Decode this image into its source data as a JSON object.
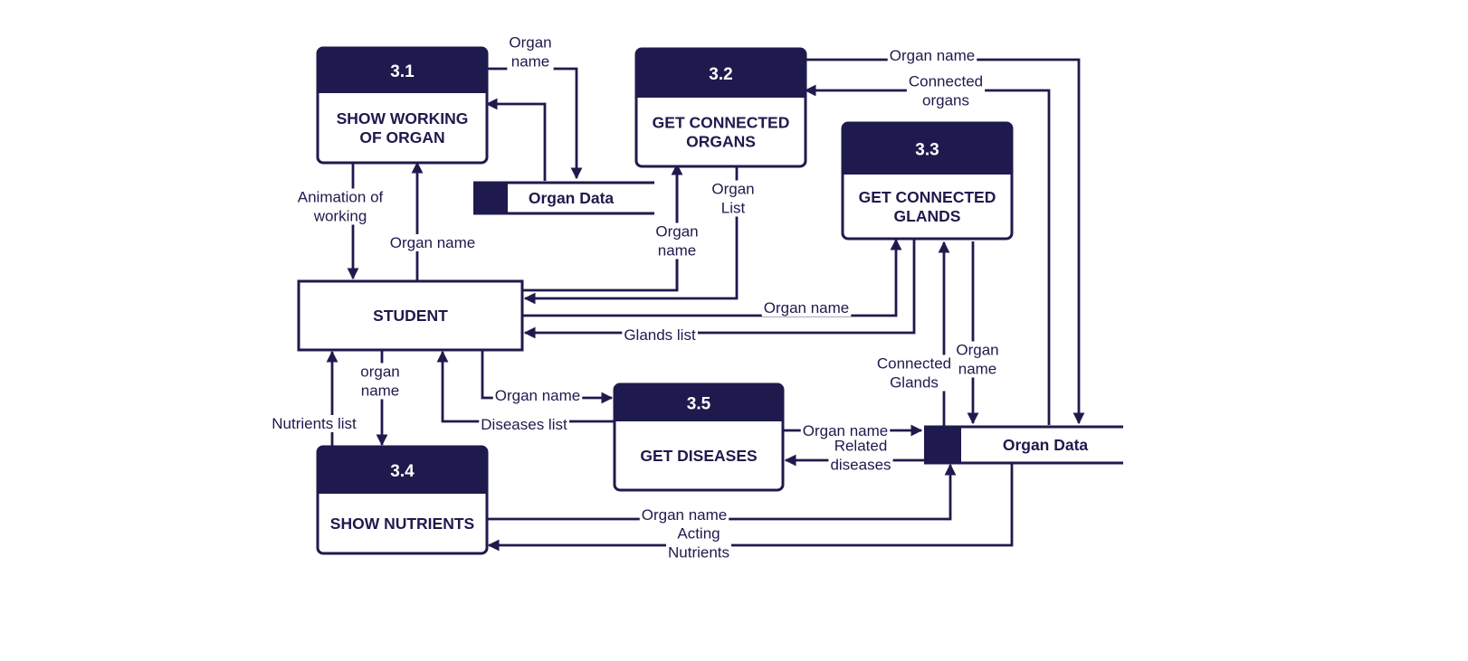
{
  "colors": {
    "primary": "#1f1a4d",
    "background": "#ffffff",
    "header_text": "#ffffff"
  },
  "processes": [
    {
      "key": "p31",
      "id": "3.1",
      "title": [
        "SHOW WORKING",
        "OF ORGAN"
      ]
    },
    {
      "key": "p32",
      "id": "3.2",
      "title": [
        "GET CONNECTED",
        "ORGANS"
      ]
    },
    {
      "key": "p33",
      "id": "3.3",
      "title": [
        "GET CONNECTED",
        "GLANDS"
      ]
    },
    {
      "key": "p34",
      "id": "3.4",
      "title": [
        "SHOW NUTRIENTS"
      ]
    },
    {
      "key": "p35",
      "id": "3.5",
      "title": [
        "GET DISEASES"
      ]
    }
  ],
  "entity": {
    "label": "STUDENT"
  },
  "stores": [
    {
      "key": "store-small",
      "label": "Organ Data"
    },
    {
      "key": "store-large",
      "label": "Organ Data"
    }
  ],
  "flows": [
    {
      "key": "f1",
      "label": [
        "Organ",
        "name"
      ]
    },
    {
      "key": "f2",
      "label": []
    },
    {
      "key": "f3",
      "label": [
        "Organ name"
      ]
    },
    {
      "key": "f4",
      "label": [
        "Connected",
        "organs"
      ]
    },
    {
      "key": "f5",
      "label": [
        "Animation of",
        "working"
      ]
    },
    {
      "key": "f6",
      "label": [
        "Organ name"
      ]
    },
    {
      "key": "f7",
      "label": [
        "Organ",
        "name"
      ]
    },
    {
      "key": "f8",
      "label": [
        "Organ",
        "List"
      ]
    },
    {
      "key": "f9",
      "label": [
        "Organ name"
      ]
    },
    {
      "key": "f10",
      "label": [
        "Glands list"
      ]
    },
    {
      "key": "f11",
      "label": [
        "Connected",
        "Glands"
      ]
    },
    {
      "key": "f12",
      "label": [
        "Organ",
        "name"
      ]
    },
    {
      "key": "f13",
      "label": [
        "Organ name"
      ]
    },
    {
      "key": "f14",
      "label": [
        "Diseases list"
      ]
    },
    {
      "key": "f15",
      "label": [
        "organ",
        "name"
      ]
    },
    {
      "key": "f16",
      "label": [
        "Nutrients list"
      ]
    },
    {
      "key": "f17",
      "label": [
        "Organ name"
      ]
    },
    {
      "key": "f18",
      "label": [
        "Related",
        "diseases"
      ]
    },
    {
      "key": "f19",
      "label": [
        "Organ name"
      ]
    },
    {
      "key": "f20",
      "label": [
        "Acting",
        "Nutrients"
      ]
    }
  ]
}
